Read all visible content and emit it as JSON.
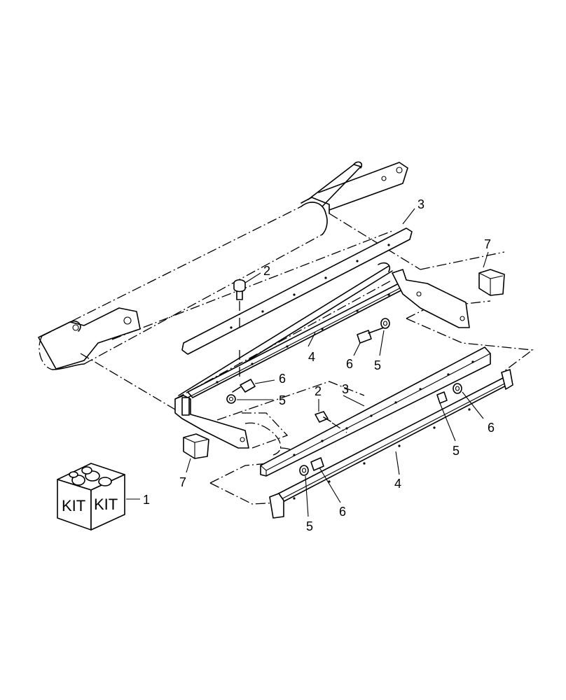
{
  "callouts": {
    "c1": "1",
    "c2a": "2",
    "c2b": "2",
    "c3a": "3",
    "c3b": "3",
    "c4a": "4",
    "c4b": "4",
    "c5a": "5",
    "c5b": "5",
    "c5c": "5",
    "c5d": "5",
    "c6a": "6",
    "c6b": "6",
    "c6c": "6",
    "c6d": "6",
    "c7a": "7",
    "c7b": "7"
  },
  "kit": {
    "label_front": "KIT",
    "label_side": "KIT"
  }
}
